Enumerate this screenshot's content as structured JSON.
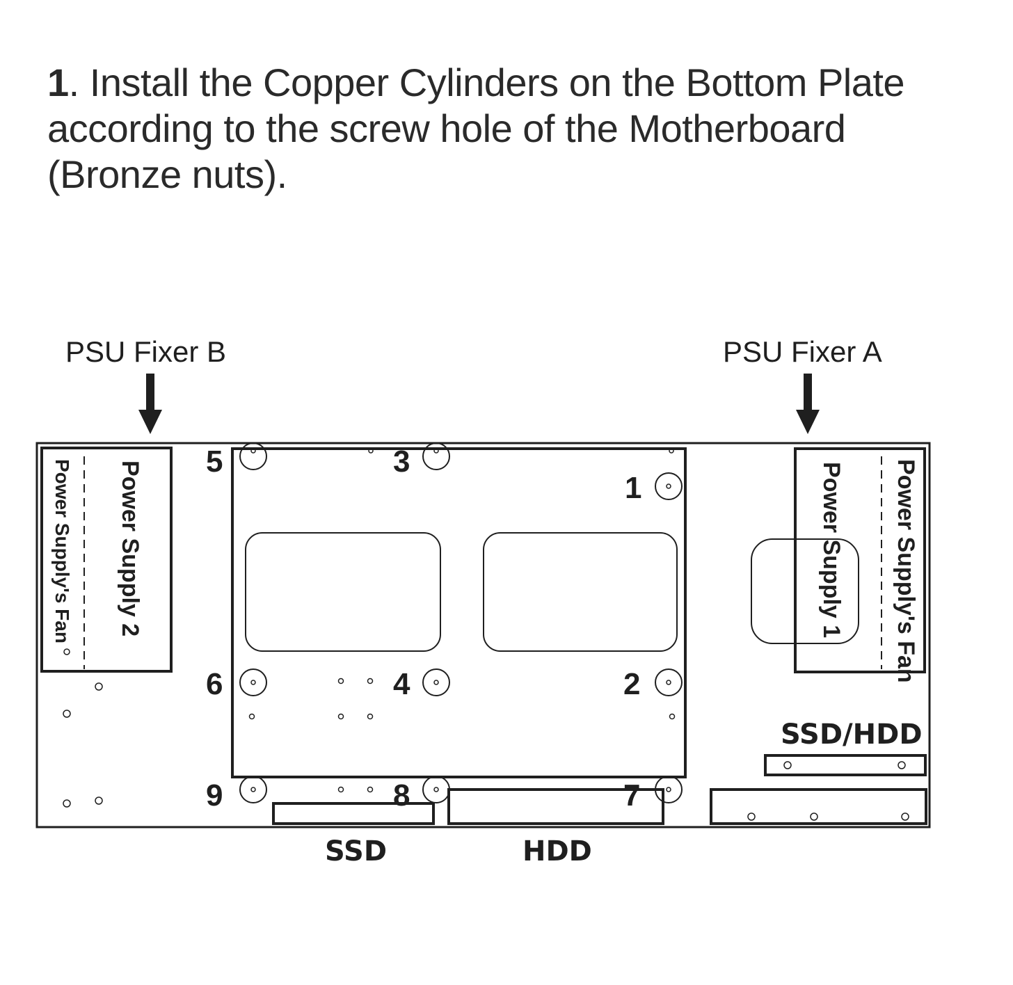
{
  "instruction": {
    "step_number": "1",
    "text": ". Install the Copper Cylinders on the Bottom Plate according to the screw hole of the Motherboard (Bronze nuts)."
  },
  "labels": {
    "psu_fixer_b": "PSU Fixer B",
    "psu_fixer_a": "PSU Fixer A",
    "power_supply_2": "Power Supply 2",
    "power_supply_fan_left": "Power Supply's Fan",
    "power_supply_1": "Power Supply 1",
    "power_supply_fan_right": "Power Supply's Fan",
    "ssd_hdd": "SSD/HDD",
    "ssd": "SSD",
    "hdd": "HDD"
  },
  "screw_numbers": {
    "n1": "1",
    "n2": "2",
    "n3": "3",
    "n4": "4",
    "n5": "5",
    "n6": "6",
    "n7": "7",
    "n8": "8",
    "n9": "9"
  },
  "colors": {
    "line": "#1f1f1f",
    "text": "#2a2a2a"
  }
}
